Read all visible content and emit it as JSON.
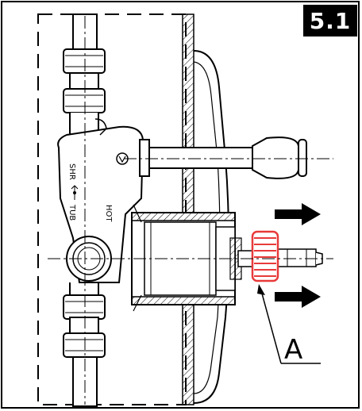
{
  "figure": {
    "number": "5.1",
    "callout_label": "A",
    "valve_labels": {
      "hot": "HOT",
      "shower": "SHR",
      "tub": "TUB"
    },
    "highlight_color": "#e83a3a",
    "line_color": "#000000"
  }
}
